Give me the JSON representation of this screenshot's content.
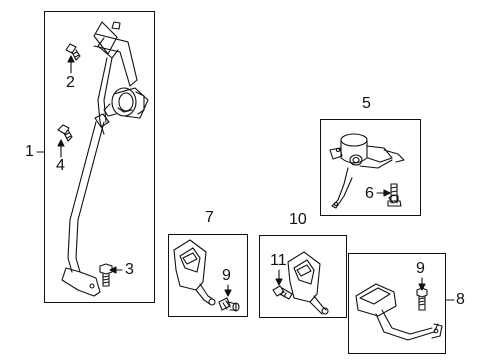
{
  "diagram": {
    "callouts": {
      "c1": "1",
      "c2": "2",
      "c3": "3",
      "c4": "4",
      "c5": "5",
      "c6": "6",
      "c7": "7",
      "c8": "8",
      "c9a": "9",
      "c9b": "9",
      "c10": "10",
      "c11": "11"
    }
  }
}
